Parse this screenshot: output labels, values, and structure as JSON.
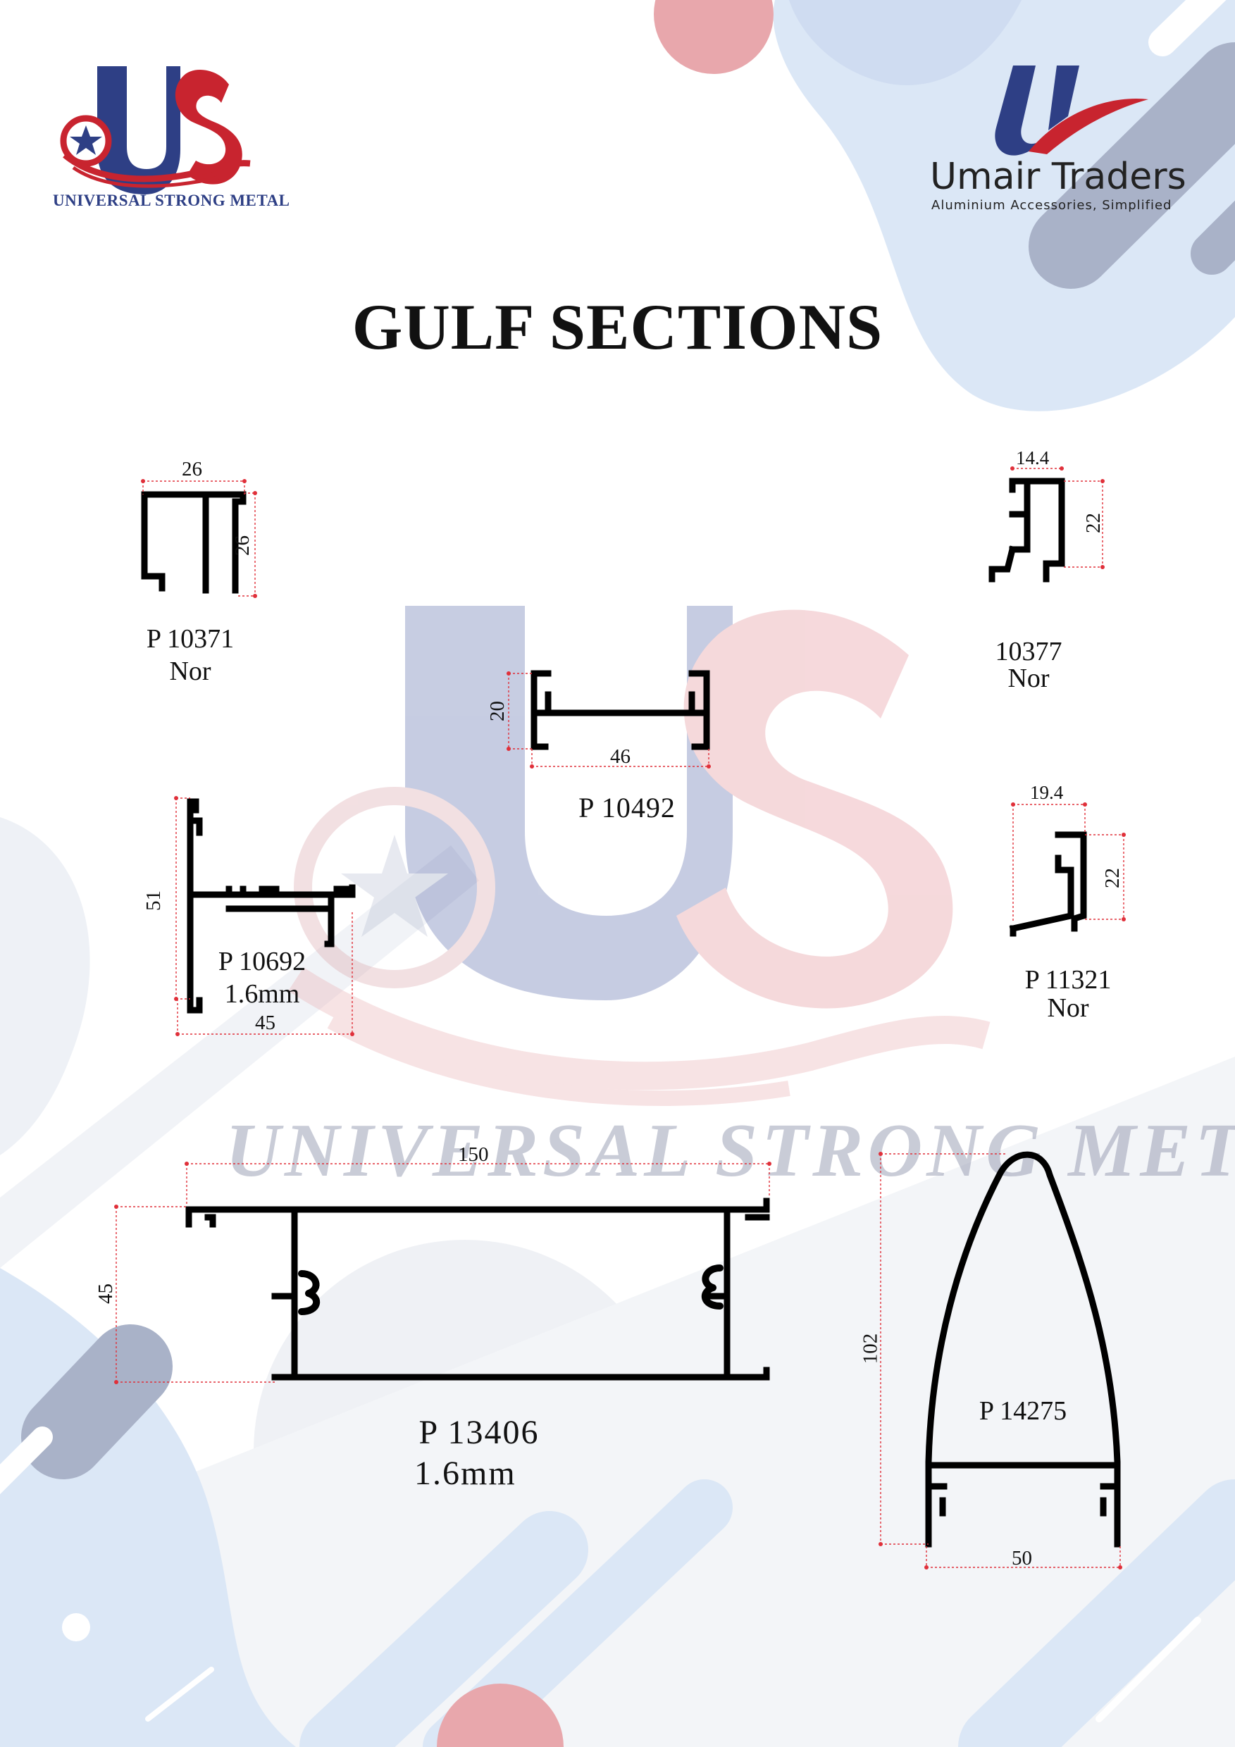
{
  "brand_left": {
    "name": "UNIVERSAL STRONG METAL",
    "logo": "US"
  },
  "brand_right": {
    "name": "Umair Traders",
    "tagline": "Aluminium Accessories, Simplified"
  },
  "title": "GULF SECTIONS",
  "watermark": {
    "logo": "US",
    "text": "UNIVERSAL STRONG METAL"
  },
  "colors": {
    "navy": "#2e3f85",
    "red": "#c8242f",
    "dim_line": "#e0303a",
    "pink": "#e7a8ad",
    "light_blue": "#dbe7f6",
    "grey_blue": "#a9b2c8"
  },
  "sections": [
    {
      "id": "p10371",
      "code": "P 10371",
      "note": "Nor",
      "dims": {
        "width": "26",
        "height": "26"
      }
    },
    {
      "id": "p10377",
      "code": "10377",
      "note": "Nor",
      "dims": {
        "width": "14.4",
        "height": "22"
      }
    },
    {
      "id": "p10492",
      "code": "P 10492",
      "dims": {
        "width": "46",
        "height": "20"
      }
    },
    {
      "id": "p10692",
      "code": "P 10692",
      "note": "1.6mm",
      "dims": {
        "width": "45",
        "height": "51"
      }
    },
    {
      "id": "p11321",
      "code": "P 11321",
      "note": "Nor",
      "dims": {
        "width": "19.4",
        "height": "22"
      }
    },
    {
      "id": "p13406",
      "code": "P 13406",
      "note": "1.6mm",
      "dims": {
        "width": "150",
        "height": "45"
      }
    },
    {
      "id": "p14275",
      "code": "P 14275",
      "dims": {
        "width": "50",
        "height": "102"
      }
    }
  ]
}
